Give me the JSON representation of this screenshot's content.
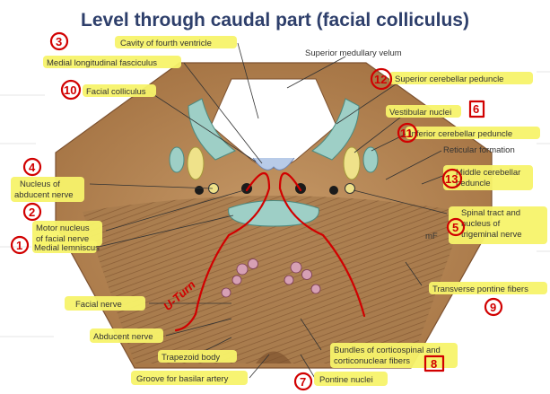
{
  "title": "Level through caudal part (facial colliculus)",
  "labels": {
    "cavity": "Cavity of fourth ventricle",
    "mlf": "Medial longitudinal fasciculus",
    "sup_velum": "Superior medullary velum",
    "facial_colliculus": "Facial colliculus",
    "sup_ped": "Superior cerebellar peduncle",
    "vestibular": "Vestibular nuclei",
    "inf_ped": "Inferior cerebellar peduncle",
    "reticular": "Reticular formation",
    "abducent_nucleus": "Nucleus of abducent nerve",
    "middle_ped": "Middle cerebellar peduncle",
    "motor_nucleus": "Motor nucleus of facial nerve",
    "spinal_tract": "Spinal tract and nucleus of trigeminal nerve",
    "medial_lemniscus": "Medial lemniscus",
    "mf": "mF",
    "facial_nerve": "Facial nerve",
    "transverse": "Transverse pontine fibers",
    "abducent_nerve": "Abducent nerve",
    "trapezoid": "Trapezoid body",
    "bundles": "Bundles of corticospinal and corticonuclear fibers",
    "groove": "Groove for basilar artery",
    "pontine": "Pontine nuclei"
  },
  "annotations": {
    "numbers": [
      "3",
      "10",
      "12",
      "11",
      "4",
      "13",
      "2",
      "5",
      "1",
      "9",
      "7",
      "8",
      "6"
    ],
    "u_turn": "U-Turn"
  },
  "colors": {
    "title": "#2e3f6b",
    "pons_tan": "#b78a5a",
    "pons_dark": "#8b5e36",
    "nucleus_teal": "#9ecfc6",
    "vestibular_yellow": "#efe28a",
    "highlight": "#f7f36a",
    "ink_red": "#d10000"
  }
}
